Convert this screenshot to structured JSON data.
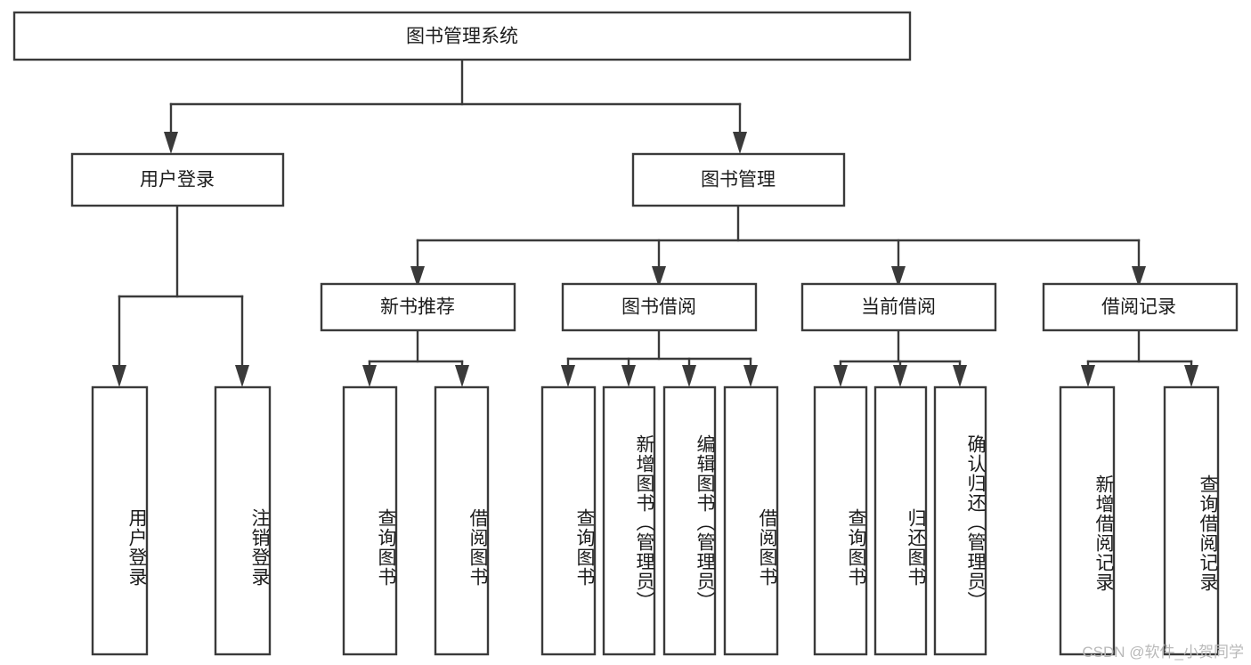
{
  "diagram": {
    "type": "tree",
    "title": "图书管理系统",
    "watermark": "CSDN @软件_小贺同学",
    "colors": {
      "box_stroke": "#3a3a3a",
      "box_fill": "#ffffff",
      "connector": "#3a3a3a",
      "text": "#1c1c1c",
      "watermark": "#b9b9b9",
      "background": "#ffffff"
    },
    "levels": {
      "root": {
        "label": "图书管理系统"
      },
      "level2": [
        {
          "label": "用户登录"
        },
        {
          "label": "图书管理"
        }
      ],
      "level3": [
        {
          "label": "新书推荐"
        },
        {
          "label": "图书借阅"
        },
        {
          "label": "当前借阅"
        },
        {
          "label": "借阅记录"
        }
      ]
    },
    "leaves": {
      "user_login": [
        {
          "label": "用户登录"
        },
        {
          "label": "注销登录"
        }
      ],
      "new_book_recommend": [
        {
          "label": "查询图书"
        },
        {
          "label": "借阅图书"
        }
      ],
      "book_borrow": [
        {
          "label": "查询图书"
        },
        {
          "label": "新增图书（管理员）"
        },
        {
          "label": "编辑图书（管理员）"
        },
        {
          "label": "借阅图书"
        }
      ],
      "current_borrow": [
        {
          "label": "查询图书"
        },
        {
          "label": "归还图书"
        },
        {
          "label": "确认归还（管理员）"
        }
      ],
      "borrow_record": [
        {
          "label": "新增借阅记录"
        },
        {
          "label": "查询借阅记录"
        }
      ]
    }
  }
}
